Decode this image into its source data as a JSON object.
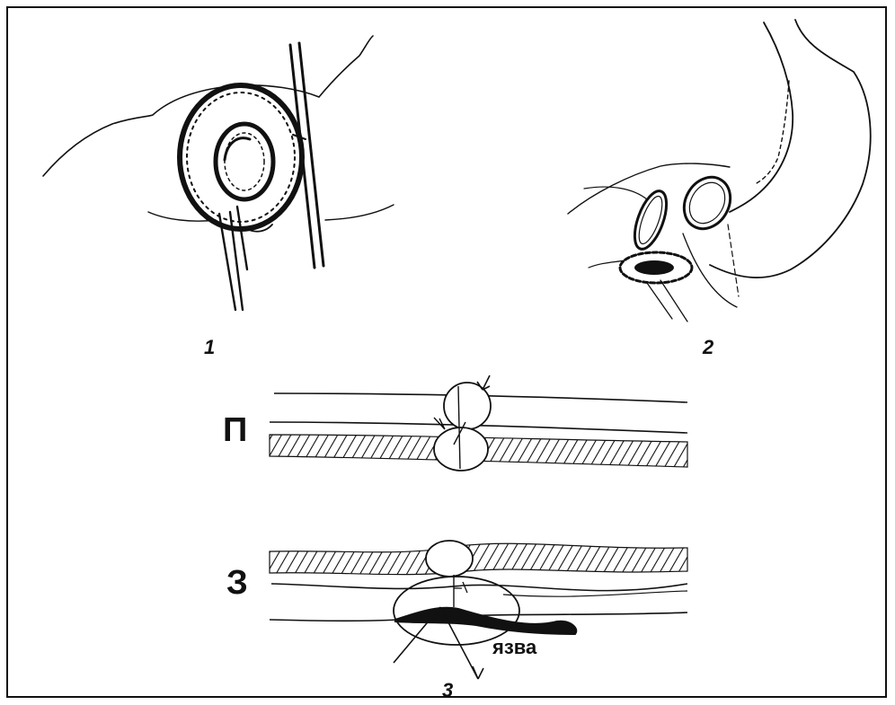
{
  "figure": {
    "labels": {
      "fig1": "1",
      "fig2": "2",
      "fig3": "3",
      "front_wall": "П",
      "back_wall": "З",
      "ulcer": "язва"
    }
  }
}
